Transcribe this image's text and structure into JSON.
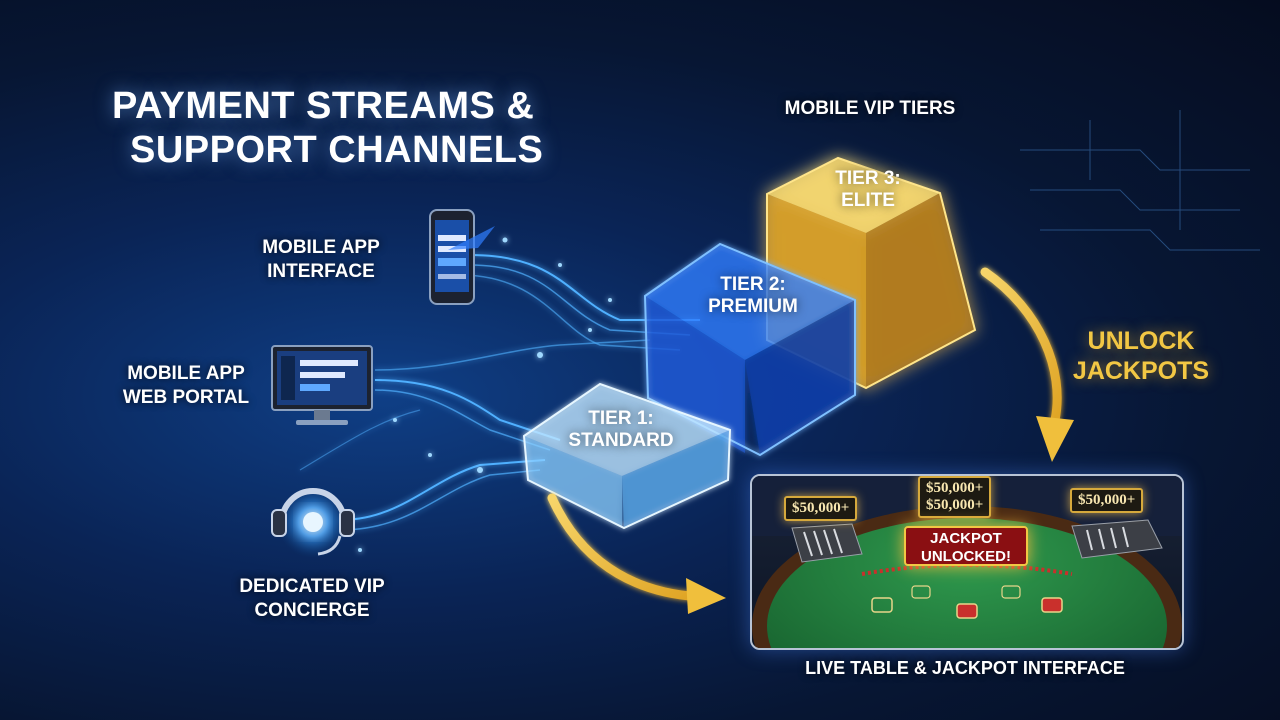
{
  "title": {
    "line1": "PAYMENT STREAMS &",
    "line2": "SUPPORT CHANNELS"
  },
  "channels": [
    {
      "line1": "MOBILE APP",
      "line2": "INTERFACE",
      "icon": "smartphone-icon"
    },
    {
      "line1": "MOBILE APP",
      "line2": "WEB PORTAL",
      "icon": "monitor-icon"
    },
    {
      "line1": "DEDICATED VIP",
      "line2": "CONCIERGE",
      "icon": "headset-icon"
    }
  ],
  "vip_heading": "MOBILE VIP TIERS",
  "tiers": [
    {
      "line1": "TIER 1:",
      "line2": "STANDARD",
      "color": "#9fd8ff"
    },
    {
      "line1": "TIER 2:",
      "line2": "PREMIUM",
      "color": "#2f7dff"
    },
    {
      "line1": "TIER 3:",
      "line2": "ELITE",
      "color": "#f2b52c"
    }
  ],
  "unlock": {
    "line1": "UNLOCK",
    "line2": "JACKPOTS",
    "color": "#f2c744"
  },
  "table": {
    "caption": "LIVE TABLE & JACKPOT INTERFACE",
    "badges": [
      "$50,000+",
      "$50,000+",
      "$50,000+",
      "$50,000+"
    ],
    "jackpot": {
      "line1": "JACKPOT",
      "line2": "UNLOCKED!"
    }
  },
  "colors": {
    "stream": "#4fb0ff",
    "gold": "#f2c744",
    "felt": "#1f7a3a"
  }
}
